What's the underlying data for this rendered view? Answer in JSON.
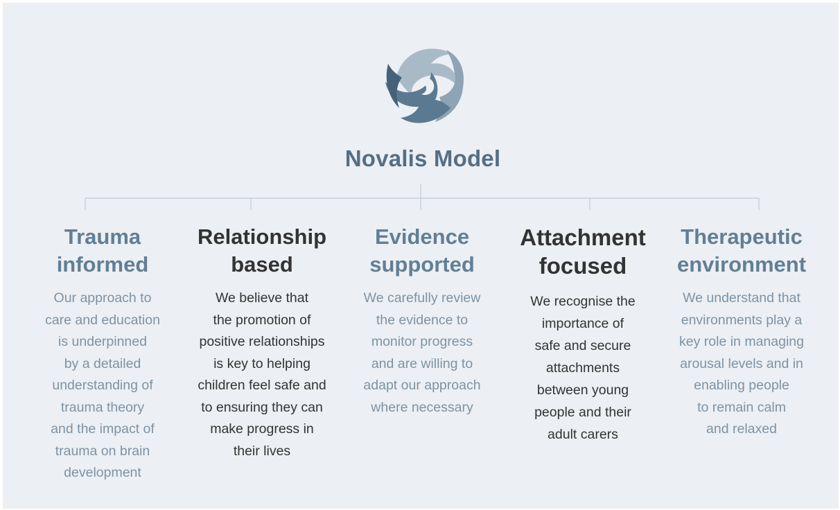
{
  "title": "Novalis Model",
  "colors": {
    "background": "#eceff3",
    "accent_blue": "#617f95",
    "text_blue": "#7d93a4",
    "text_dark": "#333333",
    "connector": "#c4cbd2"
  },
  "logo": {
    "icon": "swirl-logo-icon"
  },
  "columns": [
    {
      "title_lines": [
        "Trauma",
        "informed"
      ],
      "text_lines": [
        "Our approach to",
        "care and education",
        "is underpinned",
        "by a detailed",
        "understanding of",
        "trauma theory",
        "and the impact of",
        "trauma on brain",
        "development"
      ],
      "style": "blue"
    },
    {
      "title_lines": [
        "Relationship",
        "based"
      ],
      "text_lines": [
        "We believe that",
        "the promotion of",
        "positive relationships",
        "is key to helping",
        "children feel safe and",
        "to ensuring they can",
        "make progress in",
        "their lives"
      ],
      "style": "dark"
    },
    {
      "title_lines": [
        "Evidence",
        "supported"
      ],
      "text_lines": [
        "We carefully review",
        "the evidence to",
        "monitor progress",
        "and are willing to",
        "adapt our approach",
        "where necessary"
      ],
      "style": "blue"
    },
    {
      "title_lines": [
        "Attachment",
        "focused"
      ],
      "text_lines": [
        "We recognise the",
        "importance of",
        "safe and secure",
        "attachments",
        "between young",
        "people and their",
        "adult carers"
      ],
      "style": "dark"
    },
    {
      "title_lines": [
        "Therapeutic",
        "environment"
      ],
      "text_lines": [
        "We understand that",
        "environments play a",
        "key role in managing",
        "arousal levels and in",
        "enabling people",
        "to remain calm",
        "and relaxed"
      ],
      "style": "blue"
    }
  ]
}
